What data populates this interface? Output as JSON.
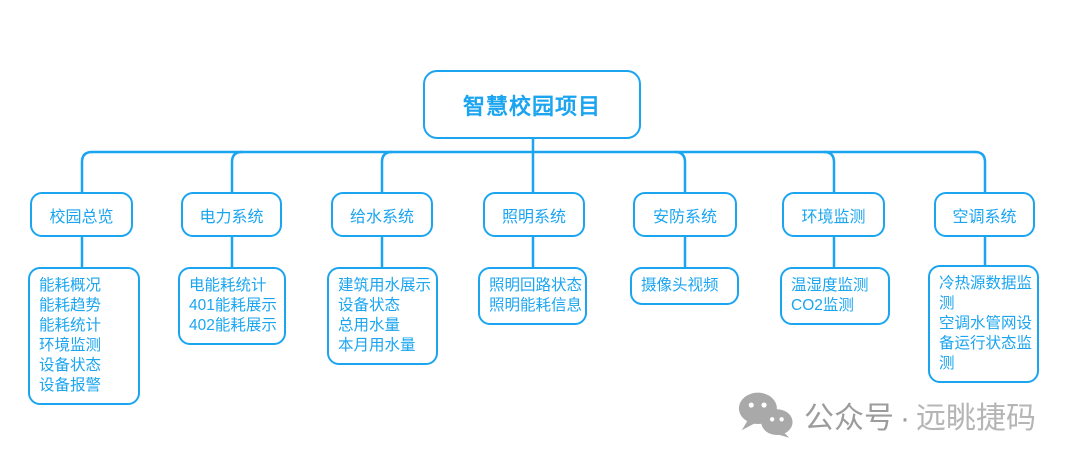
{
  "colors": {
    "accent": "#1ba5f0",
    "wm-icon": "#a9a9a9",
    "wm-strong": "#9c9c9c",
    "wm-light": "#b5b5b5"
  },
  "root": {
    "label": "智慧校园项目"
  },
  "branches": [
    {
      "label": "校园总览",
      "items": [
        "能耗概况",
        "能耗趋势",
        "能耗统计",
        "环境监测",
        "设备状态",
        "设备报警"
      ]
    },
    {
      "label": "电力系统",
      "items": [
        "电能耗统计",
        "401能耗展示",
        "402能耗展示"
      ]
    },
    {
      "label": "给水系统",
      "items": [
        "建筑用水展示",
        "设备状态",
        "总用水量",
        "本月用水量"
      ]
    },
    {
      "label": "照明系统",
      "items": [
        "照明回路状态",
        "照明能耗信息"
      ]
    },
    {
      "label": "安防系统",
      "items": [
        "摄像头视频"
      ]
    },
    {
      "label": "环境监测",
      "items": [
        "温湿度监测",
        "CO2监测"
      ]
    },
    {
      "label": "空调系统",
      "items": [
        "冷热源数据监测",
        "空调水管网设备运行状态监测"
      ]
    }
  ],
  "watermark": {
    "icon": "wechat-icon",
    "account_type": "公众号",
    "separator": "·",
    "account_name": "远眺捷码"
  }
}
